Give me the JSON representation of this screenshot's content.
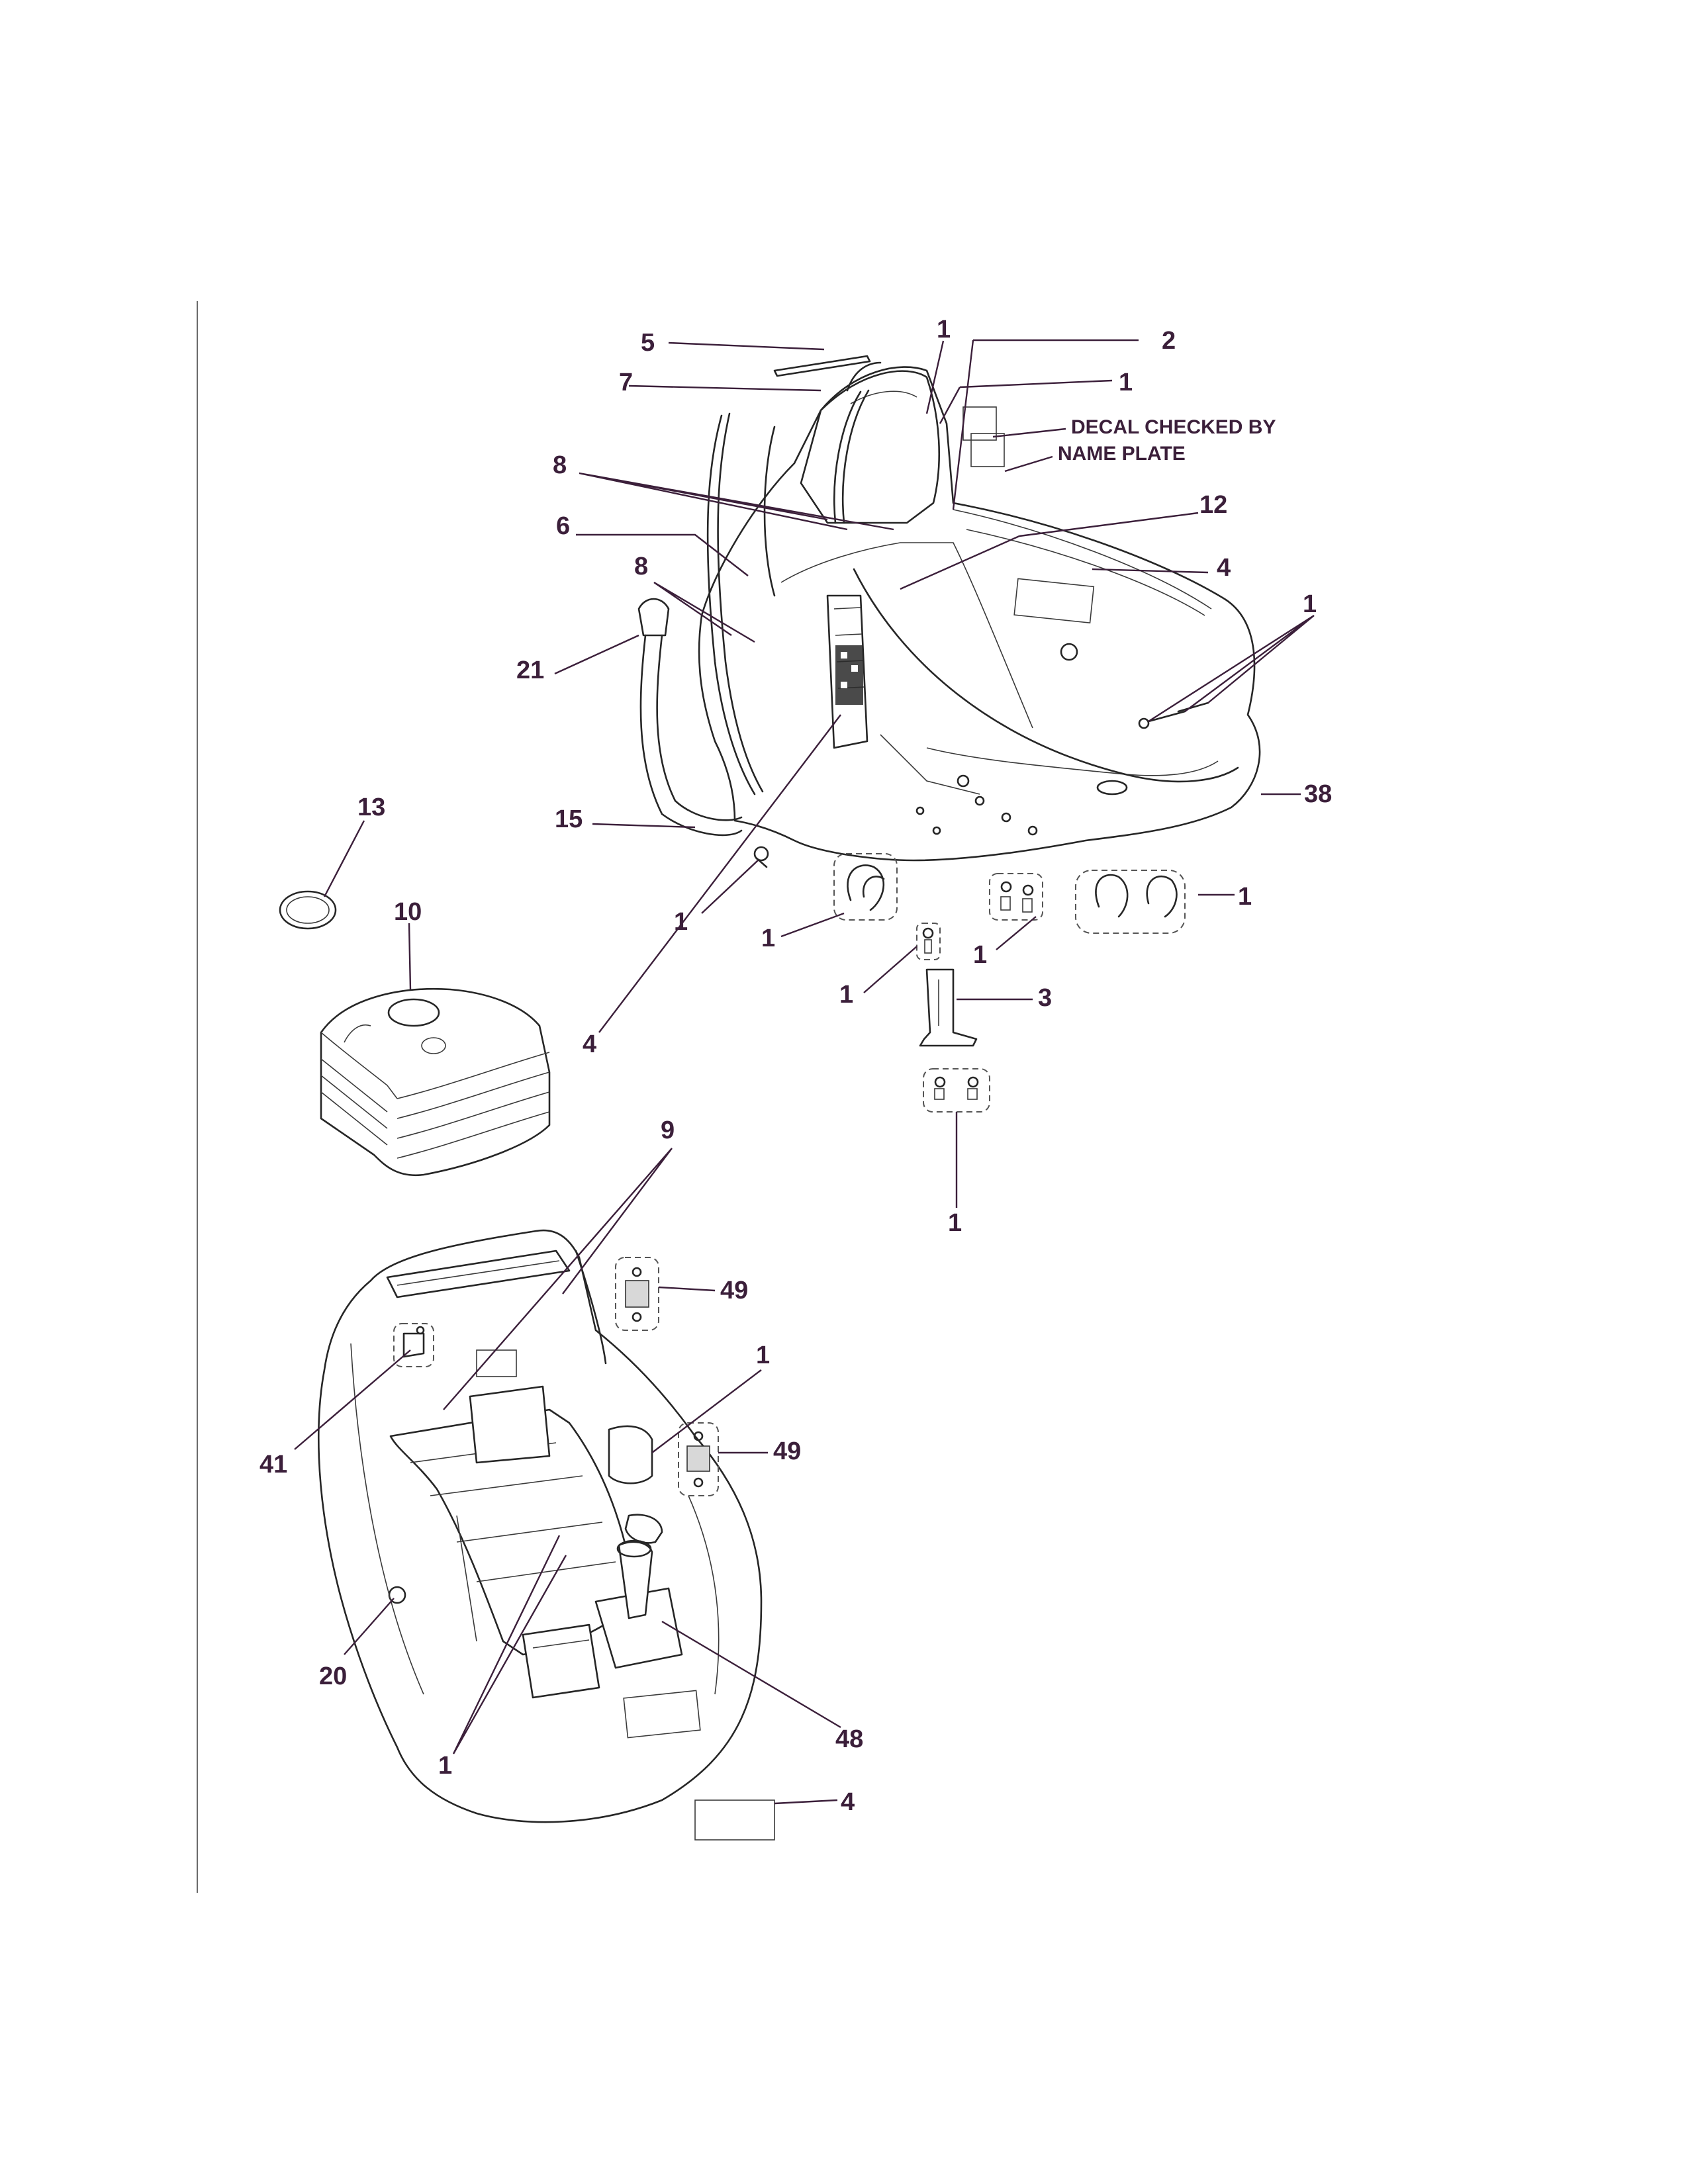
{
  "diagram": {
    "callouts": [
      {
        "id": "c5",
        "label": "5"
      },
      {
        "id": "c1a",
        "label": "1"
      },
      {
        "id": "c2",
        "label": "2"
      },
      {
        "id": "c7",
        "label": "7"
      },
      {
        "id": "c1b",
        "label": "1"
      },
      {
        "id": "c8a",
        "label": "8"
      },
      {
        "id": "c12",
        "label": "12"
      },
      {
        "id": "c6",
        "label": "6"
      },
      {
        "id": "c4a",
        "label": "4"
      },
      {
        "id": "c8b",
        "label": "8"
      },
      {
        "id": "c1c",
        "label": "1"
      },
      {
        "id": "c21",
        "label": "21"
      },
      {
        "id": "c38",
        "label": "38"
      },
      {
        "id": "c13",
        "label": "13"
      },
      {
        "id": "c15",
        "label": "15"
      },
      {
        "id": "c10",
        "label": "10"
      },
      {
        "id": "c1d",
        "label": "1"
      },
      {
        "id": "c1e",
        "label": "1"
      },
      {
        "id": "c1f",
        "label": "1"
      },
      {
        "id": "c1g",
        "label": "1"
      },
      {
        "id": "c1h",
        "label": "1"
      },
      {
        "id": "c3",
        "label": "3"
      },
      {
        "id": "c4b",
        "label": "4"
      },
      {
        "id": "c9",
        "label": "9"
      },
      {
        "id": "c1i",
        "label": "1"
      },
      {
        "id": "c49a",
        "label": "49"
      },
      {
        "id": "c1j",
        "label": "1"
      },
      {
        "id": "c49b",
        "label": "49"
      },
      {
        "id": "c41",
        "label": "41"
      },
      {
        "id": "c20",
        "label": "20"
      },
      {
        "id": "c48",
        "label": "48"
      },
      {
        "id": "c1k",
        "label": "1"
      },
      {
        "id": "c4c",
        "label": "4"
      }
    ],
    "notes": {
      "decal_checked": "DECAL CHECKED BY",
      "name_plate": "NAME PLATE"
    }
  }
}
